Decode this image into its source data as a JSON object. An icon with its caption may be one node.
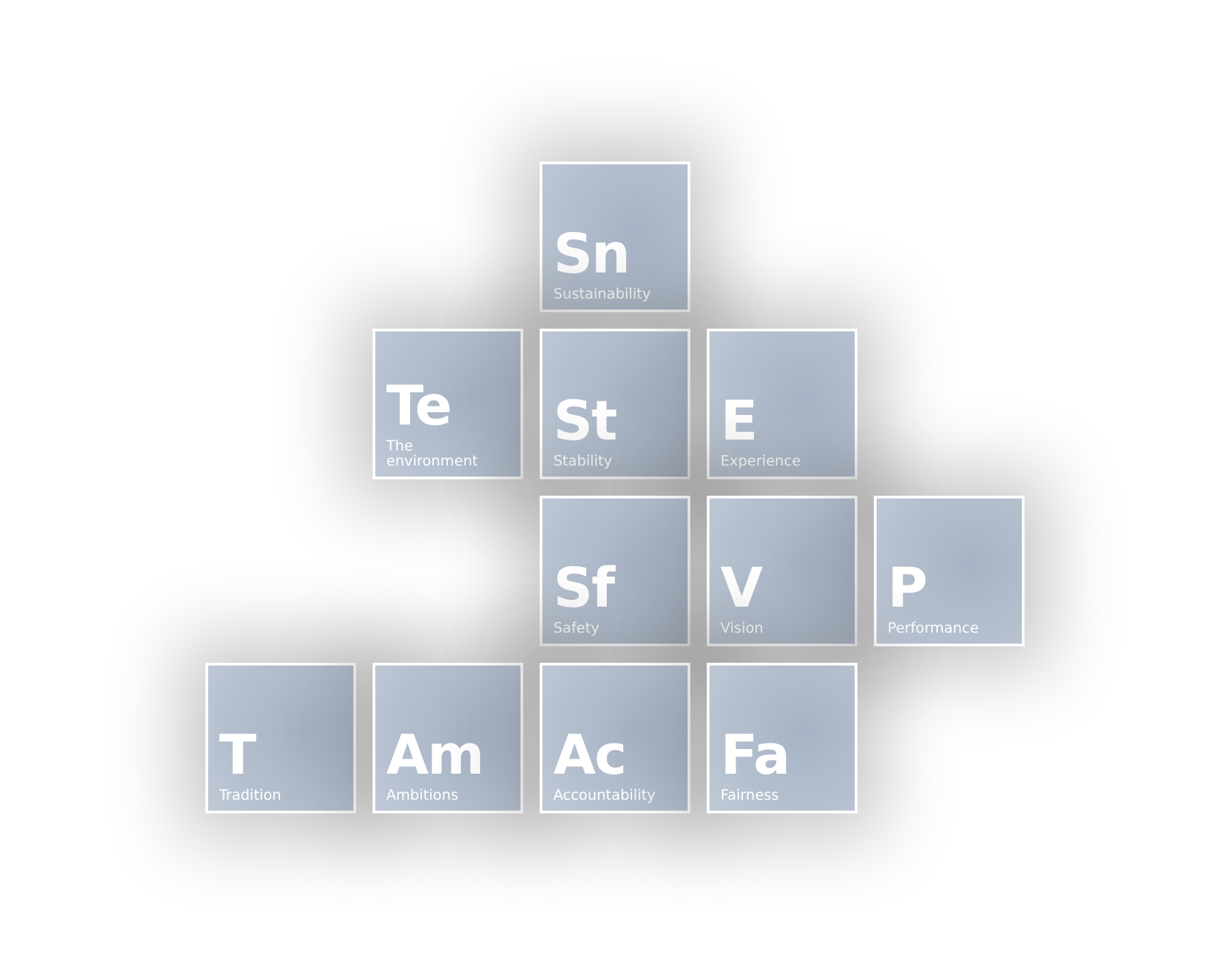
{
  "diagram": {
    "nodes": [
      {
        "text": [
          "Sn",
          "Sustainability"
        ]
      },
      {
        "text": [
          "Te",
          "The environment"
        ]
      },
      {
        "text": [
          "St",
          "Stability"
        ]
      },
      {
        "text": [
          "E",
          "Experience"
        ]
      },
      {
        "text": [
          "Sf",
          "Safety"
        ]
      },
      {
        "text": [
          "V",
          "Vision"
        ]
      },
      {
        "text": [
          "P",
          "Performance"
        ]
      },
      {
        "text": [
          "T",
          "Tradition"
        ]
      },
      {
        "text": [
          "Am",
          "Ambitions"
        ]
      },
      {
        "text": [
          "Ac",
          "Accountability"
        ]
      },
      {
        "text": [
          "Fa",
          "Fairness"
        ]
      }
    ]
  }
}
